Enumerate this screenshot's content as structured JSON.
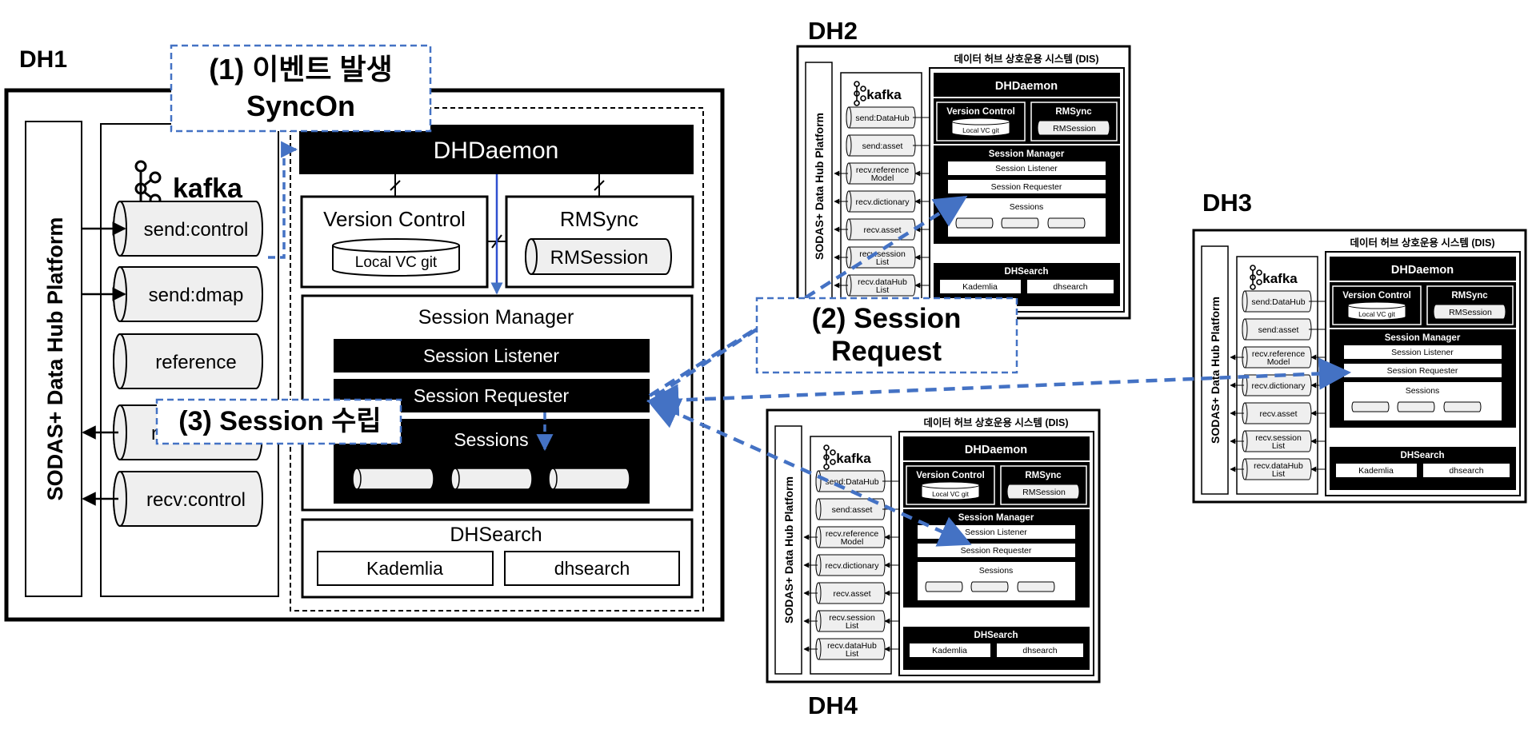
{
  "colors": {
    "black": "#000000",
    "white": "#ffffff",
    "cylinder_fill": "#efefef",
    "arrow_blue": "#4472c4",
    "callout_blue": "#4472c4"
  },
  "dh_labels": {
    "dh1": "DH1",
    "dh2": "DH2",
    "dh3": "DH3",
    "dh4": "DH4"
  },
  "nodes": {
    "dh1": {
      "platform": "SODAS+ Data Hub Platform",
      "kafka": "kafka",
      "topics": [
        "send:control",
        "send:dmap",
        "reference",
        "recv:dmap",
        "recv:control"
      ],
      "daemon": "DHDaemon",
      "version_control": "Version Control",
      "local_vc_git": "Local VC git",
      "rmsync": "RMSync",
      "rmsession": "RMSession",
      "session_manager": "Session Manager",
      "session_listener": "Session Listener",
      "session_requester": "Session Requester",
      "sessions": "Sessions",
      "dhsearch": "DHSearch",
      "kademlia": "Kademlia",
      "dhsearch_module": "dhsearch"
    },
    "mini": {
      "platform": "SODAS+ Data Hub Platform",
      "kafka": "kafka",
      "dis_title": "데이터 허브 상호운용 시스템 (DIS)",
      "topics": [
        [
          "send:DataHub"
        ],
        [
          "send:asset"
        ],
        [
          "recv.reference",
          "Model"
        ],
        [
          "recv.dictionary"
        ],
        [
          "recv.asset"
        ],
        [
          "recv.session",
          "List"
        ],
        [
          "recv.dataHub",
          "List"
        ]
      ],
      "daemon": "DHDaemon",
      "version_control": "Version Control",
      "local_vc_git": "Local VC git",
      "rmsync": "RMSync",
      "rmsession": "RMSession",
      "session_manager": "Session Manager",
      "session_listener": "Session Listener",
      "session_requester": "Session Requester",
      "sessions": "Sessions",
      "dhsearch": "DHSearch",
      "kademlia": "Kademlia",
      "dhsearch_module": "dhsearch"
    }
  },
  "callouts": {
    "event": [
      "(1) 이벤트 발생",
      "SyncOn"
    ],
    "session_request": [
      "(2) Session",
      "Request"
    ],
    "session_establish": "(3) Session 수립"
  }
}
